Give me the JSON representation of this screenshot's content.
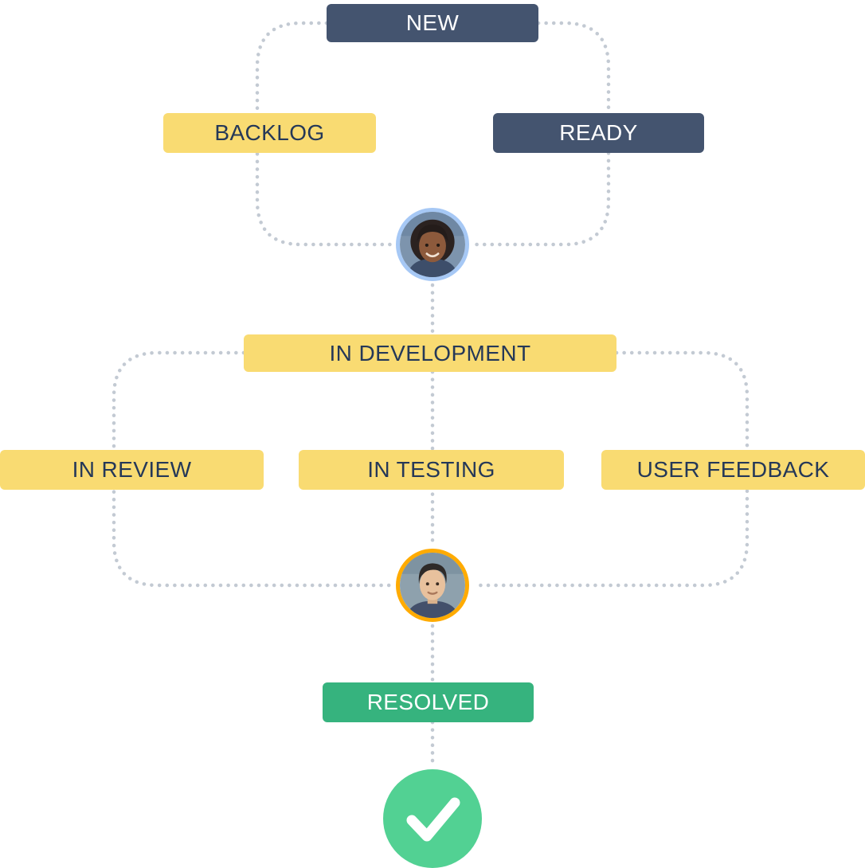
{
  "diagram": {
    "title": "issue workflow diagram",
    "nodes": {
      "new": {
        "label": "NEW",
        "style": "dark"
      },
      "backlog": {
        "label": "BACKLOG",
        "style": "yellow"
      },
      "ready": {
        "label": "READY",
        "style": "dark"
      },
      "in_development": {
        "label": "IN DEVELOPMENT",
        "style": "yellow"
      },
      "in_review": {
        "label": "IN REVIEW",
        "style": "yellow"
      },
      "in_testing": {
        "label": "IN TESTING",
        "style": "yellow"
      },
      "user_feedback": {
        "label": "USER FEEDBACK",
        "style": "yellow"
      },
      "resolved": {
        "label": "RESOLVED",
        "style": "green"
      }
    },
    "avatars": [
      {
        "name": "assignee-1",
        "ring_color": "#A6C8F5"
      },
      {
        "name": "assignee-2",
        "ring_color": "#FFAB00"
      }
    ],
    "icons": {
      "checkmark": "checkmark-icon"
    }
  },
  "colors": {
    "dark": "#44546F",
    "yellow": "#F9DB72",
    "green": "#36B37E",
    "check_green": "#52D193",
    "navy_text": "#253858",
    "white_text": "#FFFFFF",
    "dot": "#C3CAD3",
    "avatar1_ring": "#A6C8F5",
    "avatar2_ring": "#FFAB00"
  }
}
